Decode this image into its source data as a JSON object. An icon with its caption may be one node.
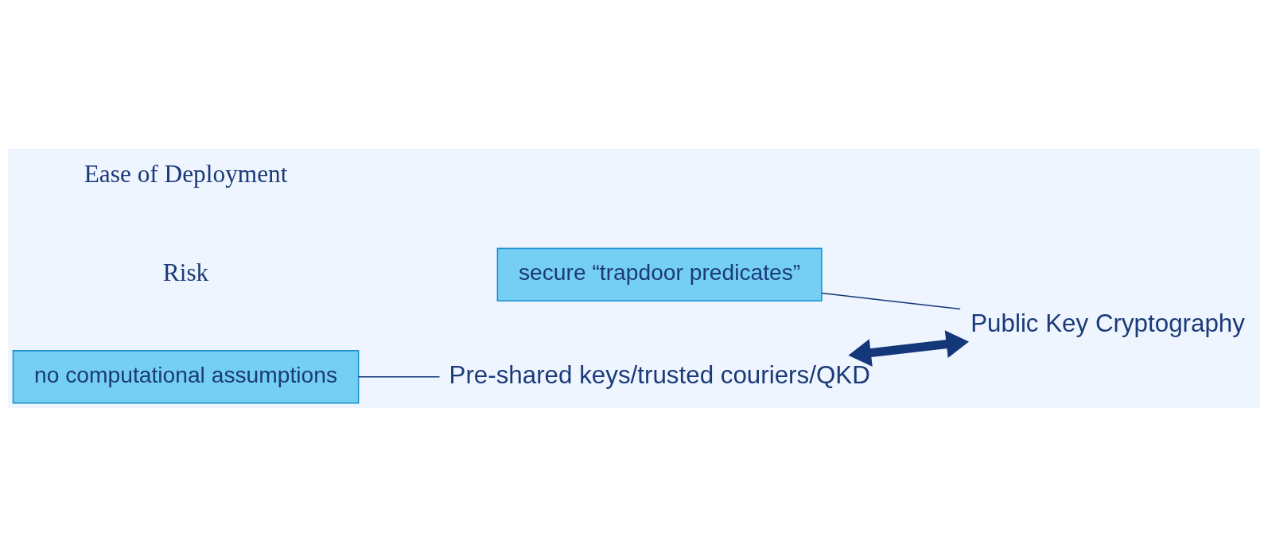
{
  "diagram": {
    "nodes": [
      {
        "text": [
          "Public Key Cryptography"
        ]
      },
      {
        "text": [
          "secure “trapdoor predicates”"
        ]
      },
      {
        "text": [
          "Pre-shared keys/trusted couriers/QKD"
        ]
      },
      {
        "text": [
          "no computational assumptions"
        ]
      }
    ],
    "edges": [
      {
        "from": 2,
        "to": 0,
        "arrow": "both",
        "style": "thick"
      },
      {
        "from": 1,
        "to": 0,
        "arrow": "none"
      },
      {
        "from": 3,
        "to": 2,
        "arrow": "none"
      }
    ],
    "labels": [
      "Risk",
      "Ease of Deployment"
    ]
  }
}
